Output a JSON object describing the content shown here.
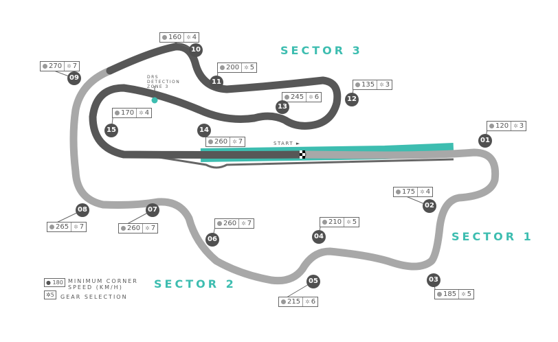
{
  "colors": {
    "accent": "#3dbdb0",
    "sector3": "#575757",
    "sector12": "#a8a8a8",
    "turn": "#505050"
  },
  "sectors": {
    "s1": "SECTOR 1",
    "s2": "SECTOR 2",
    "s3": "SECTOR 3"
  },
  "start_label": "START",
  "drs": {
    "line1": "DRS",
    "line2": "DETECTION",
    "line3": "ZONE 3"
  },
  "legend": {
    "speed_sample": "180",
    "speed_label_1": "MINIMUM CORNER",
    "speed_label_2": "SPEED (KM/H)",
    "gear_sample": "5",
    "gear_label": "GEAR SELECTION"
  },
  "turns": [
    {
      "id": "01",
      "speed": "120",
      "gear": "3"
    },
    {
      "id": "02",
      "speed": "175",
      "gear": "4"
    },
    {
      "id": "03",
      "speed": "185",
      "gear": "5"
    },
    {
      "id": "04",
      "speed": "210",
      "gear": "5"
    },
    {
      "id": "05",
      "speed": "215",
      "gear": "6"
    },
    {
      "id": "06",
      "speed": "260",
      "gear": "7"
    },
    {
      "id": "07",
      "speed": "260",
      "gear": "7"
    },
    {
      "id": "08",
      "speed": "265",
      "gear": "7"
    },
    {
      "id": "09",
      "speed": "270",
      "gear": "7"
    },
    {
      "id": "10",
      "speed": "160",
      "gear": "4"
    },
    {
      "id": "11",
      "speed": "200",
      "gear": "5"
    },
    {
      "id": "12",
      "speed": "135",
      "gear": "3"
    },
    {
      "id": "13",
      "speed": "245",
      "gear": "6"
    },
    {
      "id": "14",
      "speed": "260",
      "gear": "7"
    },
    {
      "id": "15",
      "speed": "170",
      "gear": "4"
    }
  ]
}
